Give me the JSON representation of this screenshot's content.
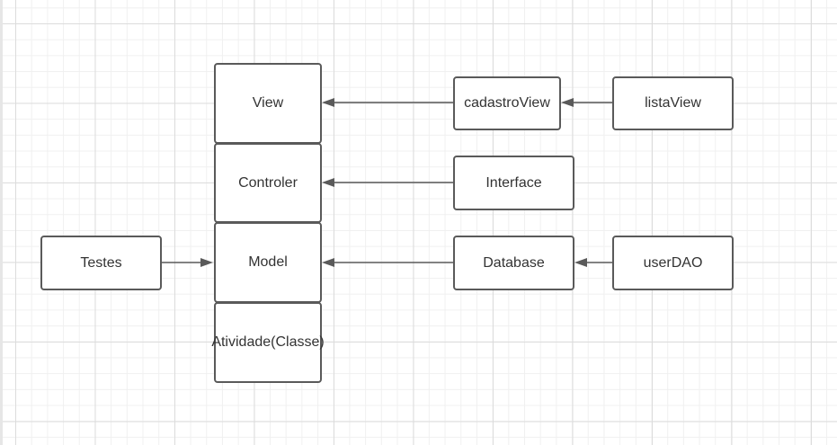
{
  "diagram": {
    "nodes": {
      "view": "View",
      "controler": "Controler",
      "model": "Model",
      "atividade": "Atividade(Classe)",
      "cadastro_view": "cadastroView",
      "lista_view": "listaView",
      "interface": "Interface",
      "database": "Database",
      "user_dao": "userDAO",
      "testes": "Testes"
    },
    "edges": [
      {
        "from": "cadastroView",
        "to": "View"
      },
      {
        "from": "listaView",
        "to": "cadastroView"
      },
      {
        "from": "Interface",
        "to": "Controler"
      },
      {
        "from": "Database",
        "to": "Model"
      },
      {
        "from": "userDAO",
        "to": "Database"
      },
      {
        "from": "Testes",
        "to": "Model"
      }
    ],
    "colors": {
      "stroke": "#5a5a5a",
      "text": "#333333",
      "grid": "#dcdcdc"
    }
  }
}
